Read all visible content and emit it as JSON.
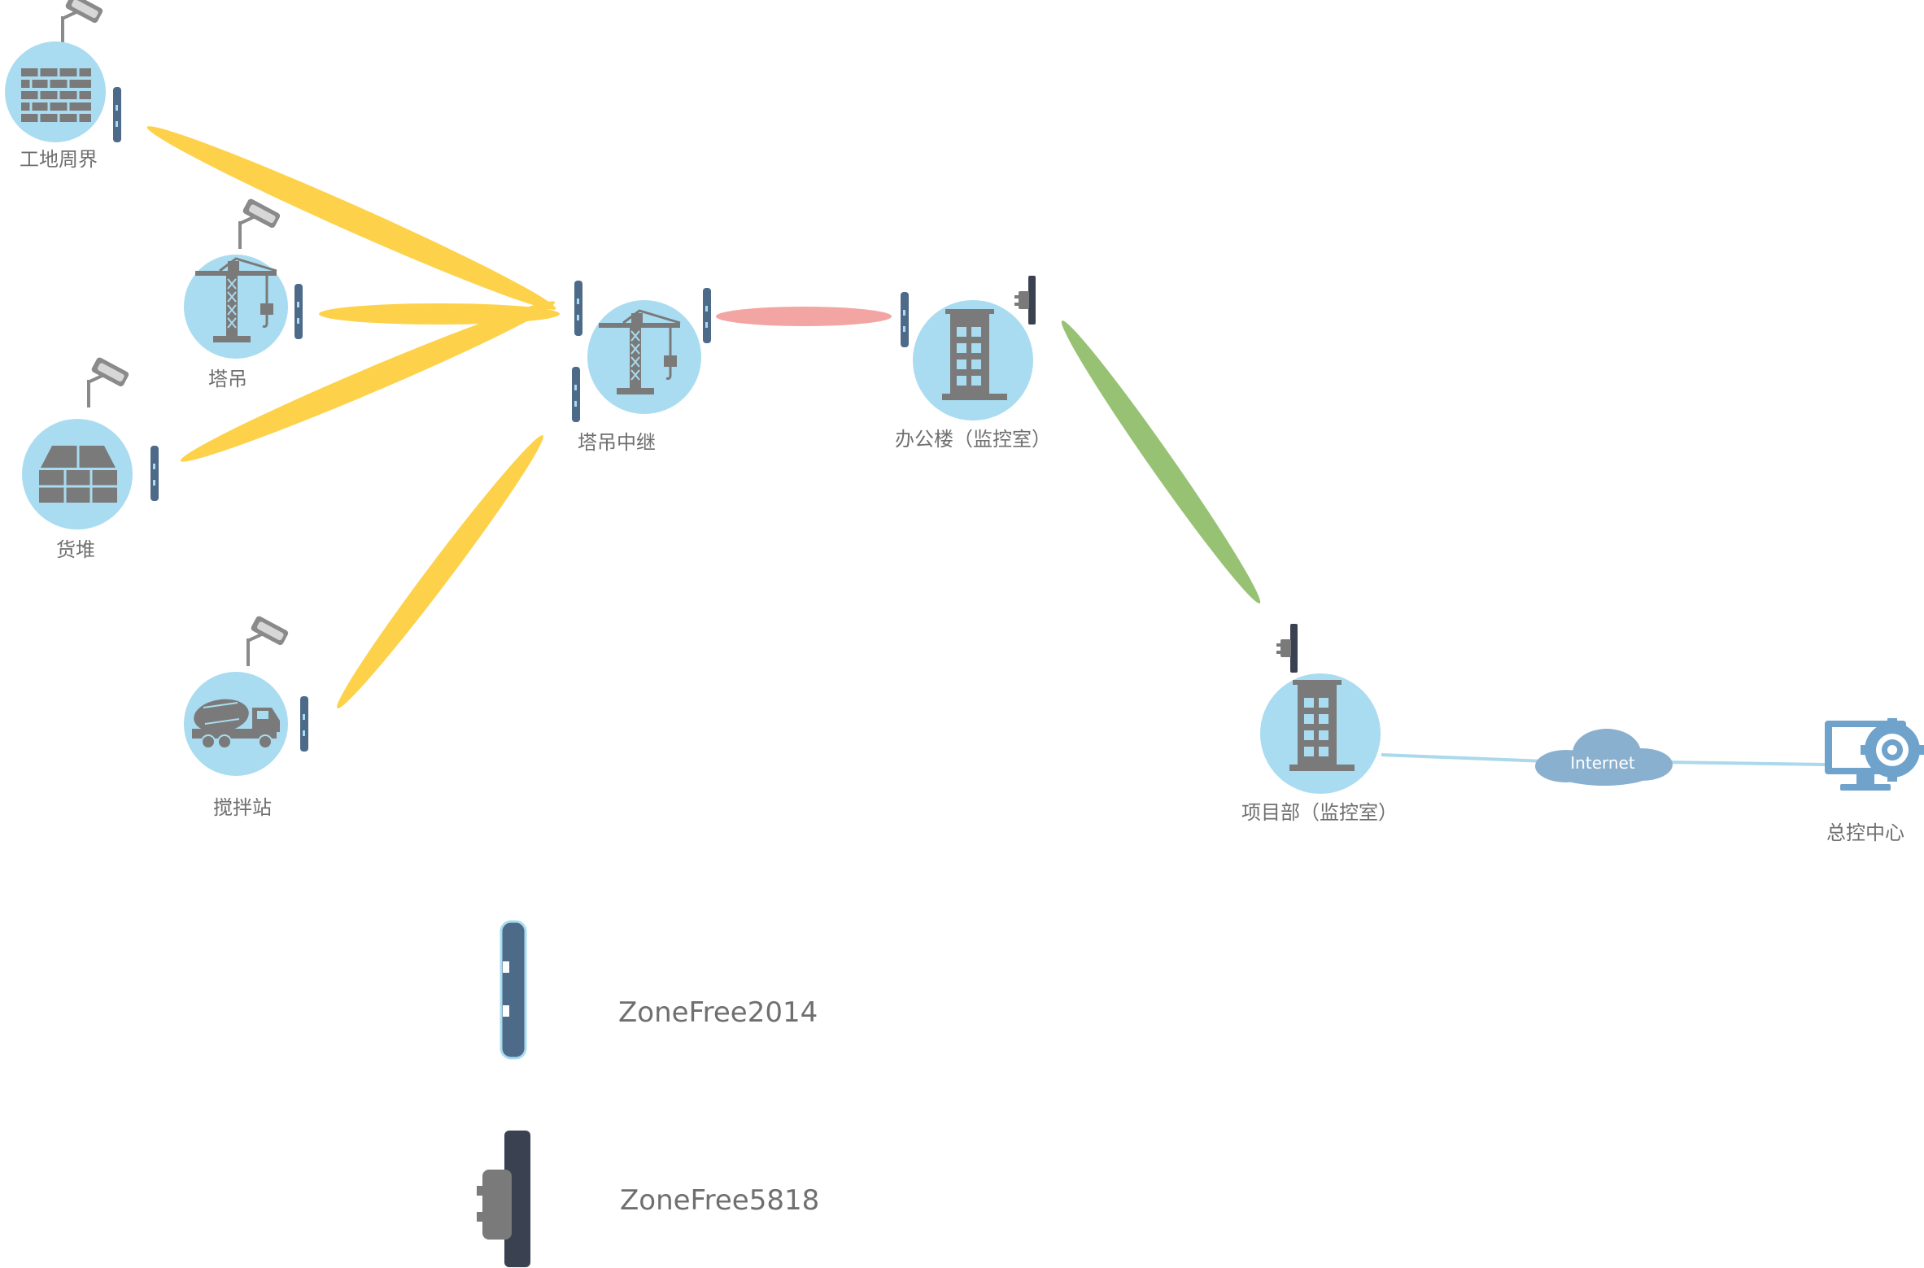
{
  "nodes": {
    "perimeter": {
      "label": "工地周界",
      "icon": "brick-wall-icon"
    },
    "tower_crane": {
      "label": "塔吊",
      "icon": "tower-crane-icon"
    },
    "cargo_stack": {
      "label": "货堆",
      "icon": "cargo-stack-icon"
    },
    "mixing_station": {
      "label": "搅拌站",
      "icon": "cement-mixer-truck-icon"
    },
    "crane_relay": {
      "label": "塔吊中继",
      "icon": "tower-crane-icon"
    },
    "office_building": {
      "label": "办公楼（监控室）",
      "icon": "office-building-icon"
    },
    "project_dept": {
      "label": "项目部（监控室）",
      "icon": "office-building-icon"
    },
    "control_center": {
      "label": "总控中心",
      "icon": "monitor-gear-icon"
    }
  },
  "cloud": {
    "label": "Internet",
    "icon": "cloud-icon"
  },
  "legend": {
    "zf2014": {
      "label": "ZoneFree2014",
      "icon": "zonefree2014-device-icon"
    },
    "zf5818": {
      "label": "ZoneFree5818",
      "icon": "zonefree5818-device-icon"
    }
  },
  "colors": {
    "node_circle": "#a9dcf0",
    "icon_gray": "#7a7a7a",
    "device_blue": "#4d6a88",
    "device_dark": "#3a4150",
    "link_yellow": "#fdd24a",
    "link_pink": "#f2a5a2",
    "link_green": "#97c273",
    "internet_line": "#a9d9ea",
    "cloud": "#8ab0cf",
    "monitor": "#6fa3cc",
    "label_text": "#6f6f6f"
  }
}
